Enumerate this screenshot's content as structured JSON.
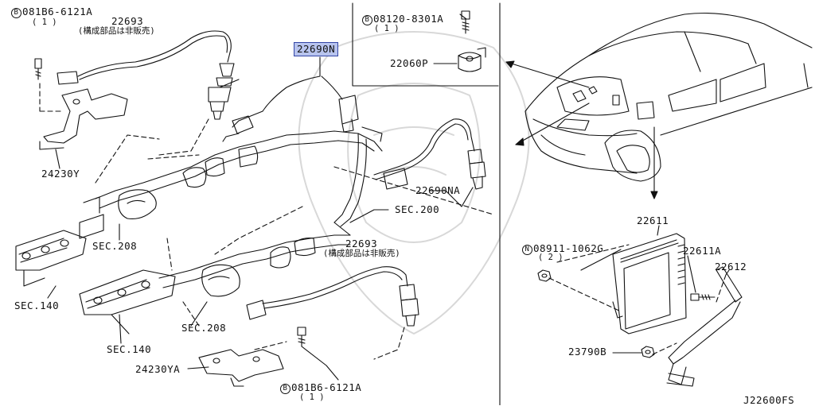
{
  "diagram": {
    "reference_code": "J22600FS",
    "callouts": {
      "bolt_top_left": {
        "prefix": "B",
        "part": "081B6-6121A",
        "qty": "( 1 )"
      },
      "sensor_top_left": {
        "part": "22693",
        "note": "(構成部品は非販売)"
      },
      "highlighted_sensor": {
        "part": "22690N"
      },
      "bracket_left": {
        "part": "24230Y"
      },
      "sensor_right": {
        "part": "22690NA"
      },
      "sec200": {
        "text": "SEC.200"
      },
      "sec208_upper": {
        "text": "SEC.208"
      },
      "sec140_upper": {
        "text": "SEC.140"
      },
      "sensor_mid": {
        "part": "22693",
        "note": "(構成部品は非販売)"
      },
      "sec208_lower": {
        "text": "SEC.208"
      },
      "sec140_lower": {
        "text": "SEC.140"
      },
      "bracket_bottom": {
        "part": "24230YA"
      },
      "bolt_bottom": {
        "prefix": "B",
        "part": "081B6-6121A",
        "qty": "( 1 )"
      },
      "knock_bolt": {
        "prefix": "B",
        "part": "08120-8301A",
        "qty": "( 1 )"
      },
      "knock_sensor": {
        "part": "22060P"
      },
      "ecm": {
        "part": "22611"
      },
      "nut": {
        "prefix": "N",
        "part": "08911-1062G",
        "qty": "( 2 )"
      },
      "ecm_bolt": {
        "part": "22611A"
      },
      "ecm_bracket": {
        "part": "22612"
      },
      "ecm_nut": {
        "part": "23790B"
      }
    }
  }
}
